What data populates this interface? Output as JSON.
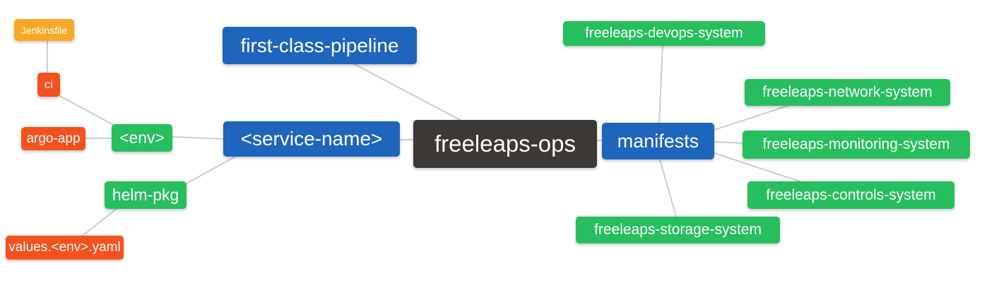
{
  "diagram": {
    "type": "mindmap",
    "root_label": "freeleaps-ops"
  },
  "nodes": {
    "root": {
      "label": "freeleaps-ops",
      "color": "#3b3835"
    },
    "first_class_pipeline": {
      "label": "first-class-pipeline",
      "color": "#1e65be"
    },
    "service_name": {
      "label": "<service-name>",
      "color": "#1e65be"
    },
    "env": {
      "label": "<env>",
      "color": "#27be5e"
    },
    "ci": {
      "label": "ci",
      "color": "#f4511e"
    },
    "jenkinsfile": {
      "label": "Jenkinsfile",
      "color": "#f9a825"
    },
    "argo_app": {
      "label": "argo-app",
      "color": "#f4511e"
    },
    "helm_pkg": {
      "label": "helm-pkg",
      "color": "#27be5e"
    },
    "values_env_yaml": {
      "label": "values.<env>.yaml",
      "color": "#f4511e"
    },
    "manifests": {
      "label": "manifests",
      "color": "#1e65be"
    },
    "devops_system": {
      "label": "freeleaps-devops-system",
      "color": "#27be5e"
    },
    "network_system": {
      "label": "freeleaps-network-system",
      "color": "#27be5e"
    },
    "monitoring_system": {
      "label": "freeleaps-monitoring-system",
      "color": "#27be5e"
    },
    "controls_system": {
      "label": "freeleaps-controls-system",
      "color": "#27be5e"
    },
    "storage_system": {
      "label": "freeleaps-storage-system",
      "color": "#27be5e"
    }
  },
  "edges": [
    {
      "from": "jenkinsfile",
      "to": "ci"
    },
    {
      "from": "ci",
      "to": "env"
    },
    {
      "from": "argo_app",
      "to": "env"
    },
    {
      "from": "env",
      "to": "service_name"
    },
    {
      "from": "helm_pkg",
      "to": "service_name"
    },
    {
      "from": "values_env_yaml",
      "to": "helm_pkg"
    },
    {
      "from": "service_name",
      "to": "root"
    },
    {
      "from": "first_class_pipeline",
      "to": "root"
    },
    {
      "from": "root",
      "to": "manifests"
    },
    {
      "from": "manifests",
      "to": "devops_system"
    },
    {
      "from": "manifests",
      "to": "network_system"
    },
    {
      "from": "manifests",
      "to": "monitoring_system"
    },
    {
      "from": "manifests",
      "to": "controls_system"
    },
    {
      "from": "manifests",
      "to": "storage_system"
    }
  ],
  "palette": {
    "line": "#cccccc",
    "node_text": "#ffffff",
    "background": "#ffffff"
  }
}
